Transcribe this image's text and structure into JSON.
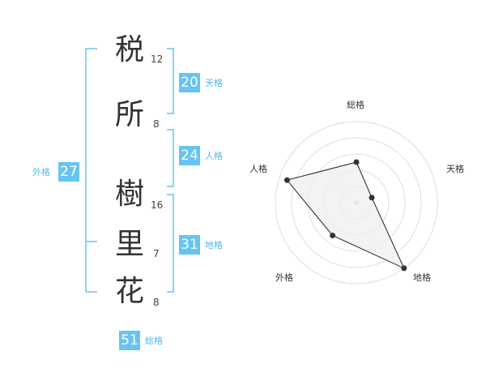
{
  "name": {
    "characters": [
      {
        "char": "税",
        "strokes": "12"
      },
      {
        "char": "所",
        "strokes": "8"
      },
      {
        "char": "樹",
        "strokes": "16"
      },
      {
        "char": "里",
        "strokes": "7"
      },
      {
        "char": "花",
        "strokes": "8"
      }
    ]
  },
  "fortunes": {
    "tenkaku": {
      "value": "20",
      "label": "天格"
    },
    "jinkaku": {
      "value": "24",
      "label": "人格"
    },
    "chikaku": {
      "value": "31",
      "label": "地格"
    },
    "gaikaku": {
      "value": "27",
      "label": "外格"
    },
    "soukaku": {
      "value": "51",
      "label": "総格"
    }
  },
  "colors": {
    "accent": "#66c4f2",
    "bracket": "#66c4f2",
    "radar_fill": "#efefef",
    "radar_ring": "#dddddd"
  },
  "chart_data": {
    "type": "radar",
    "axes": [
      "総格",
      "天格",
      "地格",
      "外格",
      "人格"
    ],
    "values": [
      2.5,
      1,
      5,
      2.5,
      4.5
    ],
    "max": 5,
    "rings": 5
  }
}
